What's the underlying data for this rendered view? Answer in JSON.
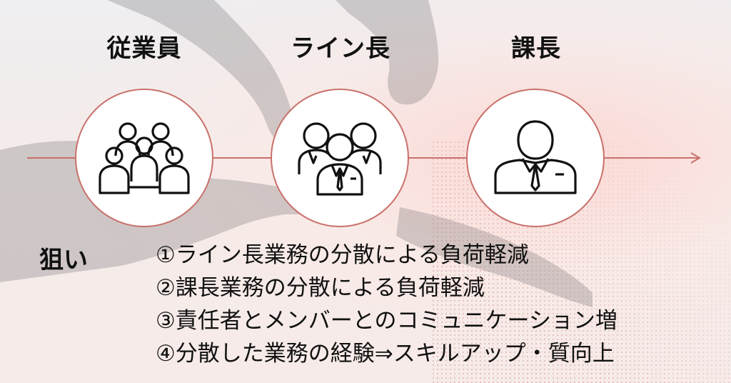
{
  "roles": [
    {
      "title": "従業員",
      "icon": "group-of-people-icon"
    },
    {
      "title": "ライン長",
      "icon": "three-managers-icon"
    },
    {
      "title": "課長",
      "icon": "businessman-icon"
    }
  ],
  "aims": {
    "label": "狙い",
    "items": [
      "①ライン長業務の分散による負荷軽減",
      "②課長業務の分散による負荷軽減",
      "③責任者とメンバーとのコミュニケーション増",
      "④分散した業務の経験⇒スキルアップ・質向上"
    ]
  },
  "colors": {
    "accent": "#c9716c",
    "text": "#111111"
  }
}
